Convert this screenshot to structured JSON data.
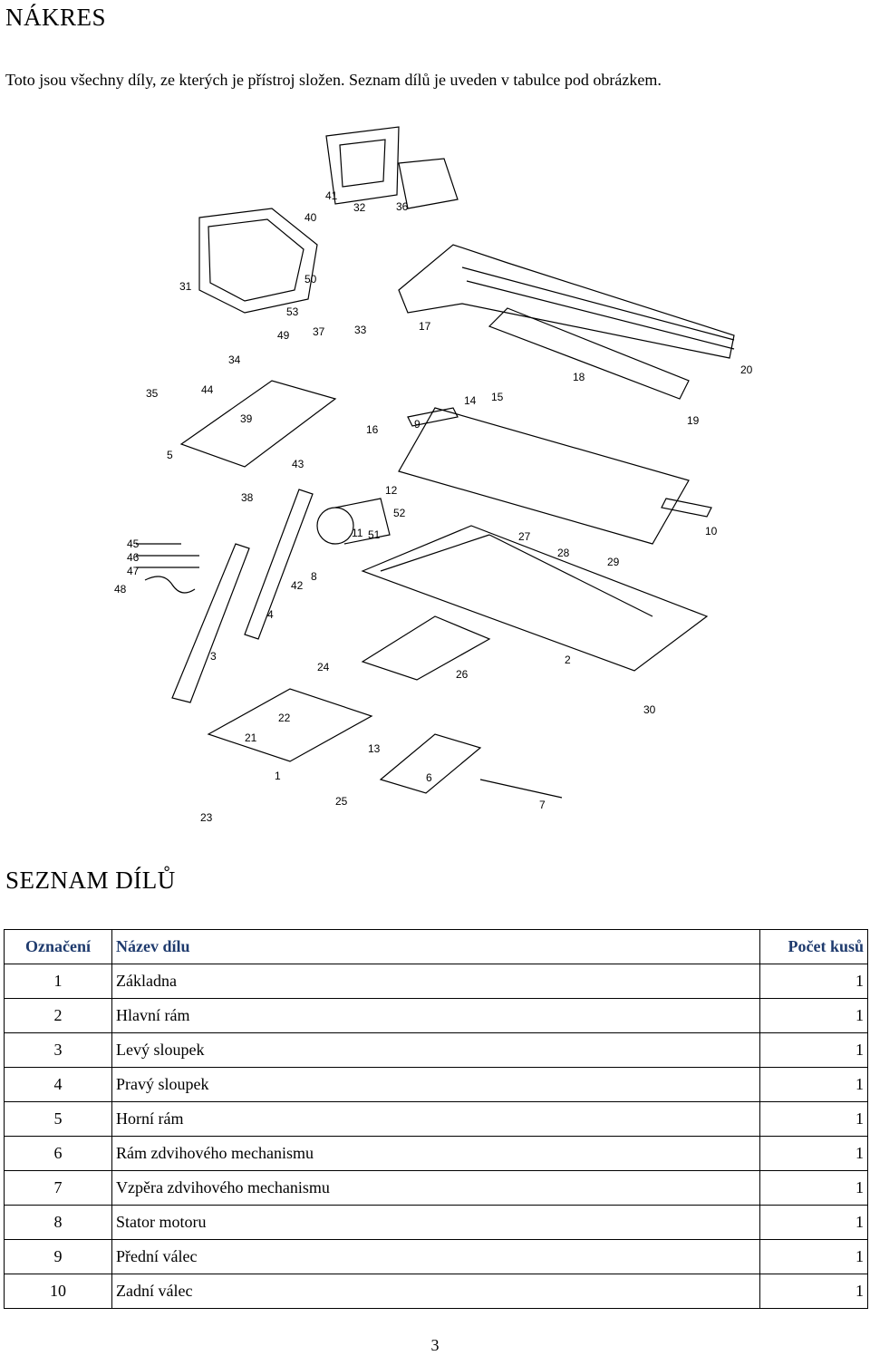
{
  "page": {
    "title": "NÁKRES",
    "intro": "Toto jsou všechny díly, ze kterých je přístroj složen. Seznam dílů je uveden v tabulce pod obrázkem.",
    "section_title": "SEZNAM DÍLŮ",
    "page_number": "3"
  },
  "drawing": {
    "labels": [
      "1",
      "2",
      "3",
      "4",
      "5",
      "6",
      "7",
      "8",
      "9",
      "10",
      "11",
      "12",
      "13",
      "14",
      "15",
      "16",
      "17",
      "18",
      "19",
      "20",
      "21",
      "22",
      "23",
      "24",
      "25",
      "26",
      "27",
      "28",
      "29",
      "30",
      "31",
      "32",
      "33",
      "34",
      "35",
      "36",
      "37",
      "38",
      "39",
      "40",
      "41",
      "42",
      "43",
      "44",
      "45",
      "46",
      "47",
      "48",
      "49",
      "50",
      "51",
      "52",
      "53"
    ]
  },
  "table": {
    "headers": [
      "Označení",
      "Název dílu",
      "Počet kusů"
    ],
    "rows": [
      {
        "id": "1",
        "name": "Základna",
        "qty": "1"
      },
      {
        "id": "2",
        "name": "Hlavní rám",
        "qty": "1"
      },
      {
        "id": "3",
        "name": "Levý sloupek",
        "qty": "1"
      },
      {
        "id": "4",
        "name": "Pravý sloupek",
        "qty": "1"
      },
      {
        "id": "5",
        "name": "Horní rám",
        "qty": "1"
      },
      {
        "id": "6",
        "name": "Rám zdvihového mechanismu",
        "qty": "1"
      },
      {
        "id": "7",
        "name": "Vzpěra zdvihového mechanismu",
        "qty": "1"
      },
      {
        "id": "8",
        "name": "Stator motoru",
        "qty": "1"
      },
      {
        "id": "9",
        "name": "Přední válec",
        "qty": "1"
      },
      {
        "id": "10",
        "name": "Zadní válec",
        "qty": "1"
      }
    ]
  }
}
